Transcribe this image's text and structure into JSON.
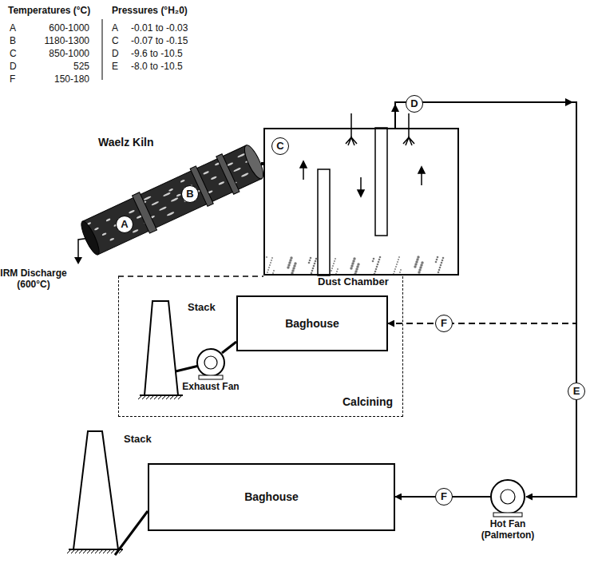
{
  "diagram": {
    "nodes": [
      {
        "text": [
          "Waelz Kiln"
        ]
      },
      {
        "text": [
          "Dust Chamber"
        ]
      },
      {
        "text": [
          "Calcining"
        ]
      },
      {
        "text": [
          "Baghouse"
        ],
        "in": 2
      },
      {
        "text": [
          "Exhaust Fan"
        ],
        "in": 2
      },
      {
        "text": [
          "Stack"
        ],
        "in": 2
      },
      {
        "text": [
          "Hot Fan (Palmerton)"
        ]
      },
      {
        "text": [
          "Baghouse"
        ]
      },
      {
        "text": [
          "Stack"
        ]
      }
    ],
    "edges": [
      {
        "from": 0,
        "to": 1,
        "arrow": "none"
      },
      {
        "from": 1,
        "to": 3,
        "arrow": "to"
      },
      {
        "from": 1,
        "to": 6,
        "arrow": "to"
      },
      {
        "from": 3,
        "to": 4,
        "arrow": "none"
      },
      {
        "from": 4,
        "to": 5,
        "arrow": "none"
      },
      {
        "from": 6,
        "to": 7,
        "arrow": "to"
      },
      {
        "from": 7,
        "to": 8,
        "arrow": "none"
      }
    ],
    "labels": [
      "Temperatures (°C)",
      "Pressures (°H₂0)",
      "A",
      "600-1000",
      "B",
      "1180-1300",
      "C",
      "850-1000",
      "D",
      "525",
      "F",
      "150-180",
      "A",
      "-0.01 to -0.03",
      "C",
      "-0.07 to -0.15",
      "D",
      "-9.6 to -10.5",
      "E",
      "-8.0 to -10.5",
      "A",
      "B",
      "C",
      "D",
      "E",
      "F",
      "F",
      "IRM Discharge (600°C)"
    ]
  }
}
